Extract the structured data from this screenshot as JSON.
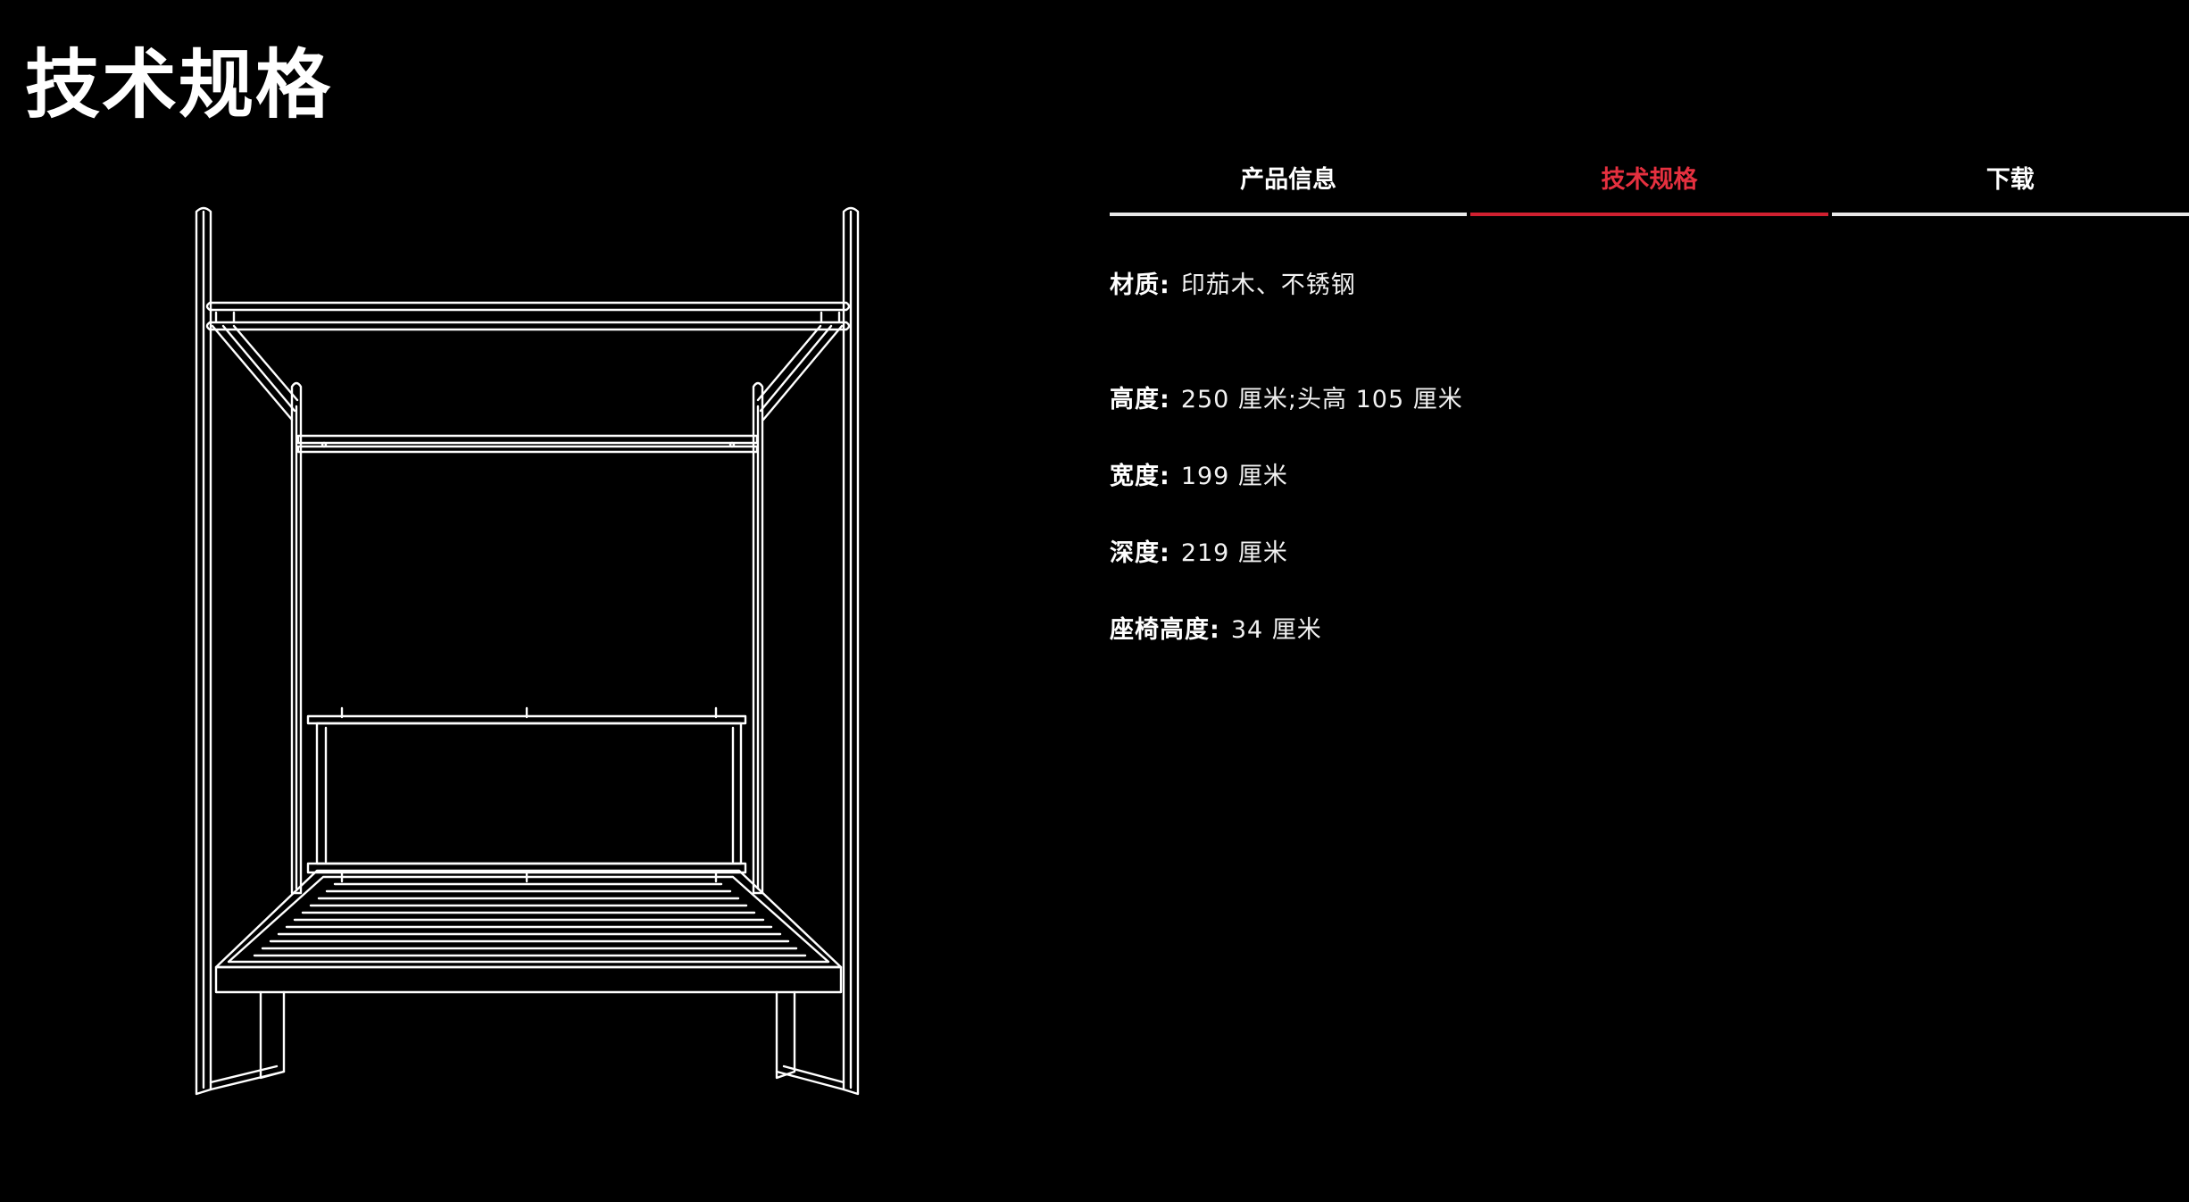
{
  "page": {
    "title": "技术规格"
  },
  "tabs": [
    {
      "label": "产品信息",
      "active": false
    },
    {
      "label": "技术规格",
      "active": true
    },
    {
      "label": "下载",
      "active": false
    }
  ],
  "specs": {
    "material": {
      "label": "材质:",
      "value": "印茄木、不锈钢"
    },
    "height": {
      "label": "高度:",
      "value": "250 厘米;头高 105 厘米"
    },
    "width": {
      "label": "宽度:",
      "value": "199 厘米"
    },
    "depth": {
      "label": "深度:",
      "value": "219 厘米"
    },
    "seat_height": {
      "label": "座椅高度:",
      "value": "34 厘米"
    }
  },
  "colors": {
    "background": "#000000",
    "text": "#ffffff",
    "accent": "#d02030",
    "tab_underline": "#e9e9e9"
  }
}
